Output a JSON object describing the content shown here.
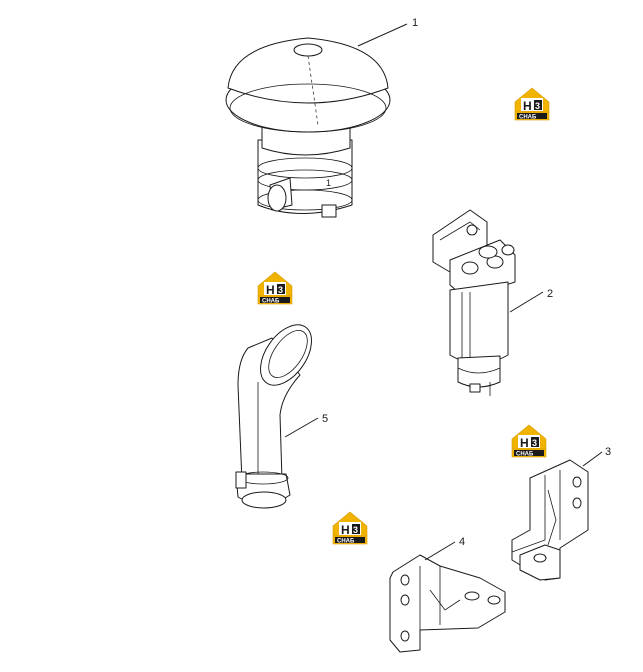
{
  "callouts": {
    "c1": "1",
    "c2": "2",
    "c3": "3",
    "c4": "4",
    "c5": "5"
  },
  "logos": [
    {
      "letters": "H3",
      "caption": "СНАБ"
    },
    {
      "letters": "H3",
      "caption": "СНАБ"
    },
    {
      "letters": "H3",
      "caption": "СНАБ"
    },
    {
      "letters": "H3",
      "caption": "СНАБ"
    }
  ],
  "colors": {
    "logo_yellow": "#f0b400",
    "line": "#1a1a1a",
    "background": "#ffffff"
  }
}
